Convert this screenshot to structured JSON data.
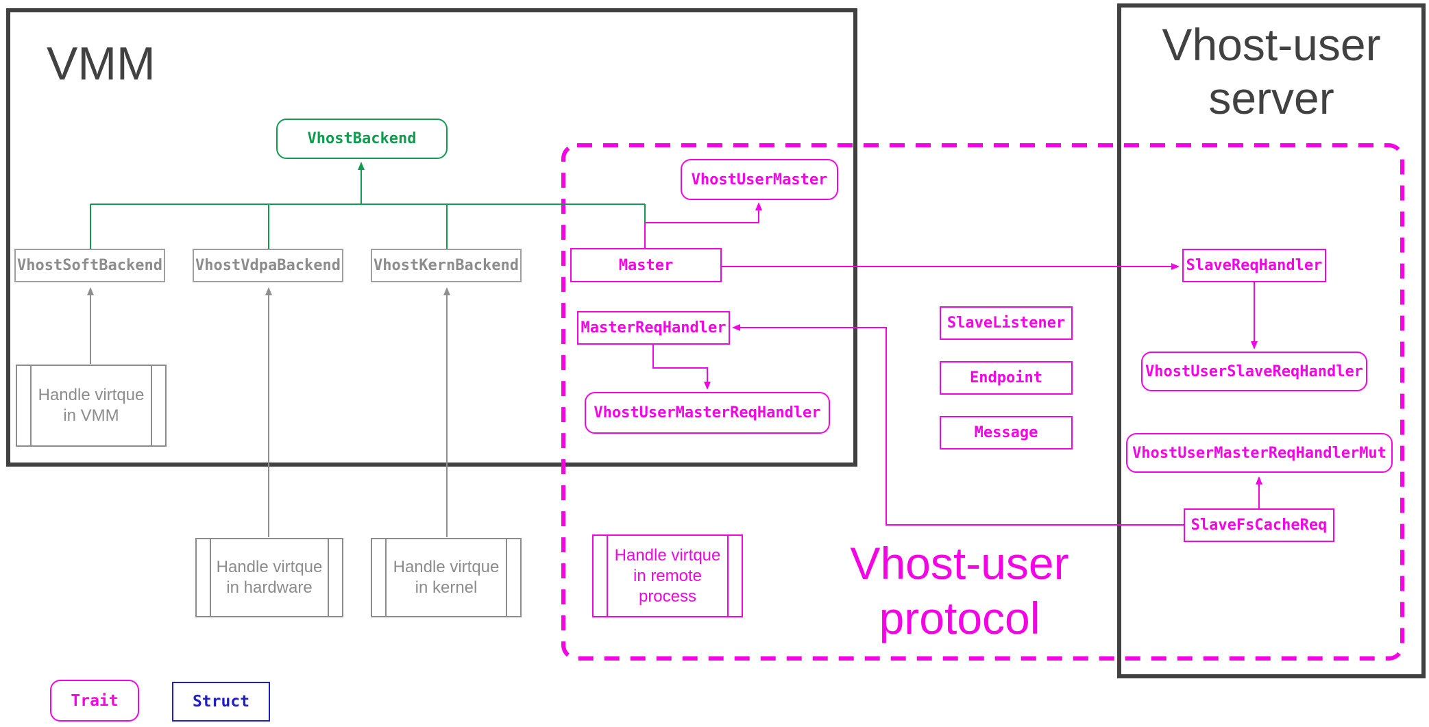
{
  "diagram": {
    "vmm": {
      "title": "VMM"
    },
    "server": {
      "title": "Vhost-user\nserver"
    },
    "protocol": {
      "title": "Vhost-user\nprotocol"
    },
    "legend": {
      "trait_label": "Trait",
      "struct_label": "Struct"
    },
    "nodes": {
      "vhost_backend": "VhostBackend",
      "vhost_soft_backend": "VhostSoftBackend",
      "vhost_vdpa_backend": "VhostVdpaBackend",
      "vhost_kern_backend": "VhostKernBackend",
      "handle_vmm": "Handle virtque\nin VMM",
      "handle_hardware": "Handle virtque\nin hardware",
      "handle_kernel": "Handle virtque\nin kernel",
      "handle_remote": "Handle virtque\nin remote\nprocess",
      "vhost_user_master": "VhostUserMaster",
      "master": "Master",
      "master_req_handler": "MasterReqHandler",
      "vhost_user_master_req_handler": "VhostUserMasterReqHandler",
      "slave_listener": "SlaveListener",
      "endpoint": "Endpoint",
      "message": "Message",
      "slave_req_handler": "SlaveReqHandler",
      "vhost_user_slave_req_handler": "VhostUserSlaveReqHandler",
      "vhost_user_master_req_handler_mut": "VhostUserMasterReqHandlerMut",
      "slave_fs_cache_req": "SlaveFsCacheReq"
    },
    "colors": {
      "magenta": "#f404e4",
      "green": "#109b4d",
      "blue": "#1d1dc9",
      "gray_text": "#8c8c8c",
      "gray_border": "#9e9e9e",
      "dark_border": "#414141"
    }
  }
}
